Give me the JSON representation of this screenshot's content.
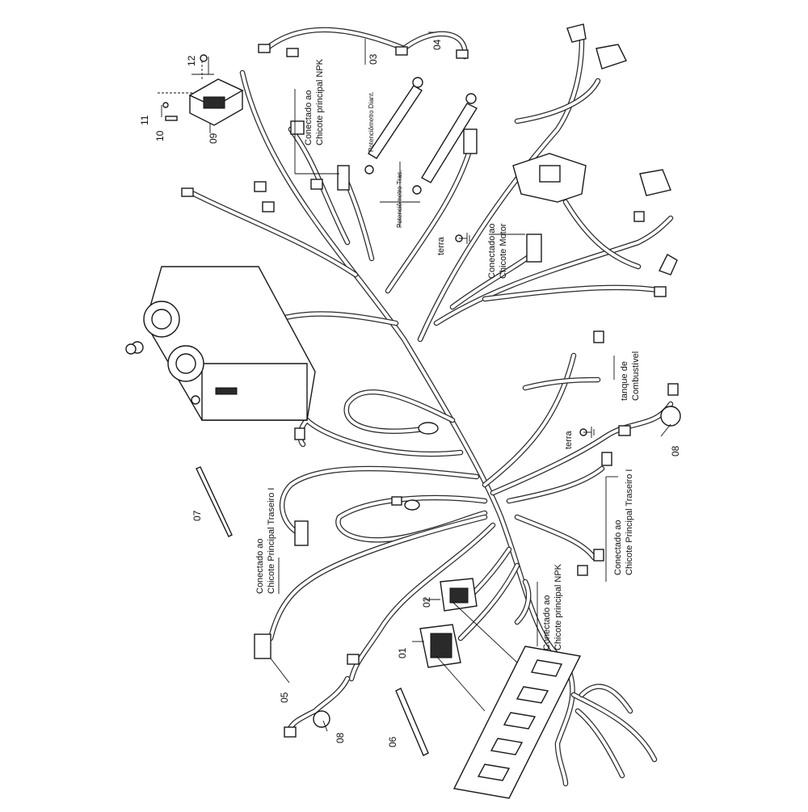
{
  "diagram": {
    "item_labels": {
      "01": "01",
      "02": "02",
      "03": "03",
      "04": "04",
      "05": "05",
      "06": "06",
      "07": "07",
      "08a": "08",
      "08b": "08",
      "09": "09",
      "10": "10",
      "11": "11",
      "12": "12"
    },
    "text": {
      "npk_top_1": "Conectado ao",
      "npk_top_2": "Chicote principal NPK",
      "pot_front": "Potenciômetro Diant.",
      "pot_rear": "Potenciômetro Tras.",
      "terra_1": "terra",
      "terra_2": "terra",
      "motor_1": "Conectado ao",
      "motor_2": "Chicote Motor",
      "fuel_1": "tanque de",
      "fuel_2": "Combustível",
      "traseiro_left_1": "Conectado ao",
      "traseiro_left_2": "Chicote Principal Traseiro I",
      "traseiro_right_1": "Conectado ao",
      "traseiro_right_2": "Chicote Principal Traseiro I",
      "npk_bottom_1": "Conectado ao",
      "npk_bottom_2": "Chicote principal NPK"
    }
  }
}
